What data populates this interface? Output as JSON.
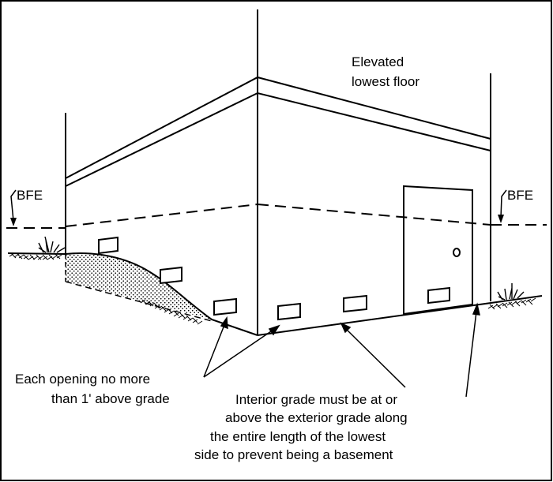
{
  "labels": {
    "elevated_line1": "Elevated",
    "elevated_line2": "lowest floor",
    "bfe_left": "BFE",
    "bfe_right": "BFE",
    "openings_line1": "Each opening no more",
    "openings_line2": "than 1' above grade",
    "interior_line1": "Interior grade must be at or",
    "interior_line2": "above the exterior grade along",
    "interior_line3": "the entire length of the lowest",
    "interior_line4": "side to prevent being a basement"
  },
  "colors": {
    "ink": "#000000",
    "background": "#ffffff",
    "stipple": "#000000"
  }
}
